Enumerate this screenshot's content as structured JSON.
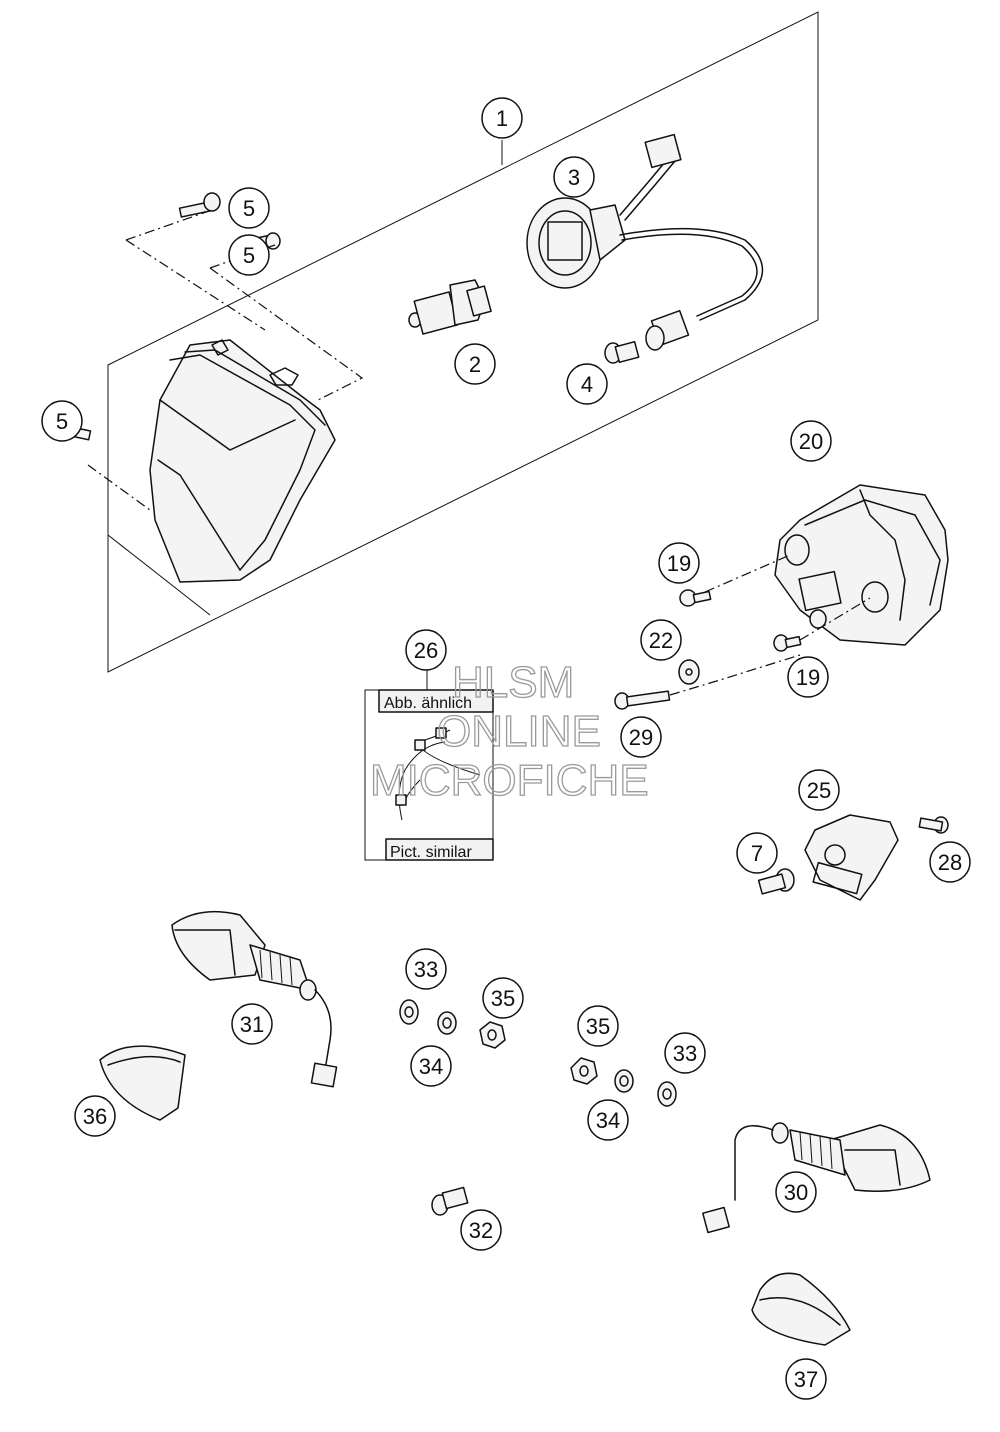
{
  "callouts": {
    "c1": "1",
    "c2": "2",
    "c3": "3",
    "c4": "4",
    "c5a": "5",
    "c5b": "5",
    "c5c": "5",
    "c7": "7",
    "c19a": "19",
    "c19b": "19",
    "c20": "20",
    "c22": "22",
    "c25": "25",
    "c26": "26",
    "c28": "28",
    "c29": "29",
    "c30": "30",
    "c31": "31",
    "c32": "32",
    "c33a": "33",
    "c33b": "33",
    "c34a": "34",
    "c34b": "34",
    "c35a": "35",
    "c35b": "35",
    "c36": "36",
    "c37": "37"
  },
  "note_box": {
    "top_label": "Abb. ähnlich",
    "bottom_label": "Pict. similar"
  },
  "watermark": {
    "line1": "HLSM",
    "line2": "ONLINE",
    "line3": "MICROFICHE"
  }
}
